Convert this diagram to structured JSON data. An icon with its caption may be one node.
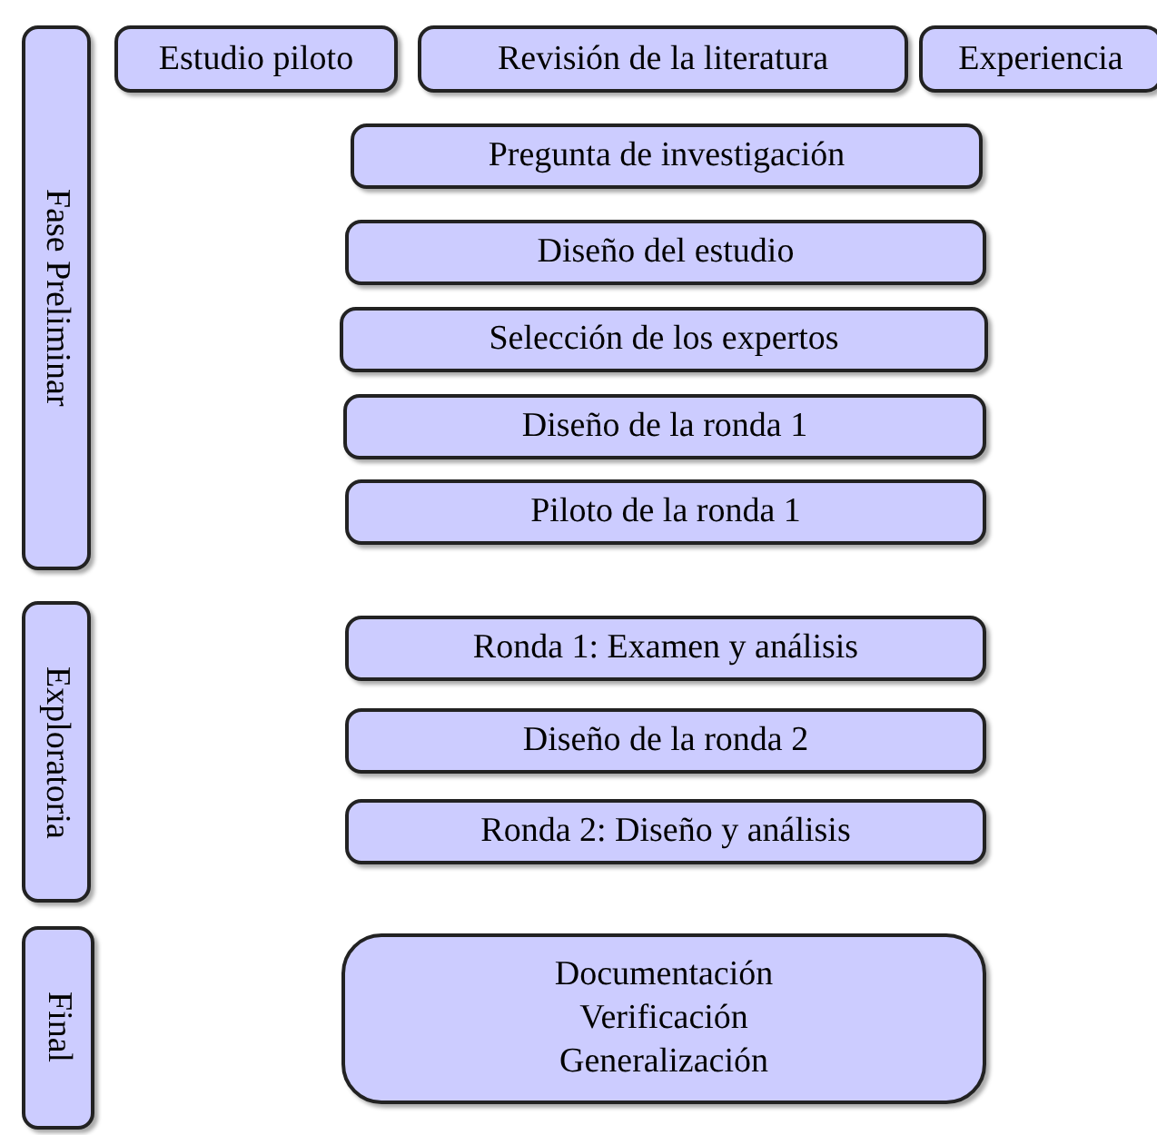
{
  "diagram": {
    "nodes": [
      {
        "text": [
          "Fase Preliminar"
        ]
      },
      {
        "text": [
          "Estudio piloto"
        ]
      },
      {
        "text": [
          "Revisión de la literatura"
        ]
      },
      {
        "text": [
          "Experiencia"
        ]
      },
      {
        "text": [
          "Pregunta de investigación"
        ]
      },
      {
        "text": [
          "Diseño del estudio"
        ]
      },
      {
        "text": [
          "Selección de los expertos"
        ]
      },
      {
        "text": [
          "Diseño de la ronda 1"
        ]
      },
      {
        "text": [
          "Piloto de la ronda 1"
        ]
      },
      {
        "text": [
          "Exploratoria"
        ]
      },
      {
        "text": [
          "Ronda 1: Examen y análisis"
        ]
      },
      {
        "text": [
          "Diseño de la ronda 2"
        ]
      },
      {
        "text": [
          "Ronda 2: Diseño y análisis"
        ]
      },
      {
        "text": [
          "Final"
        ]
      },
      {
        "text": [
          "Documentación",
          "Verificación",
          "Generalización"
        ]
      }
    ]
  }
}
